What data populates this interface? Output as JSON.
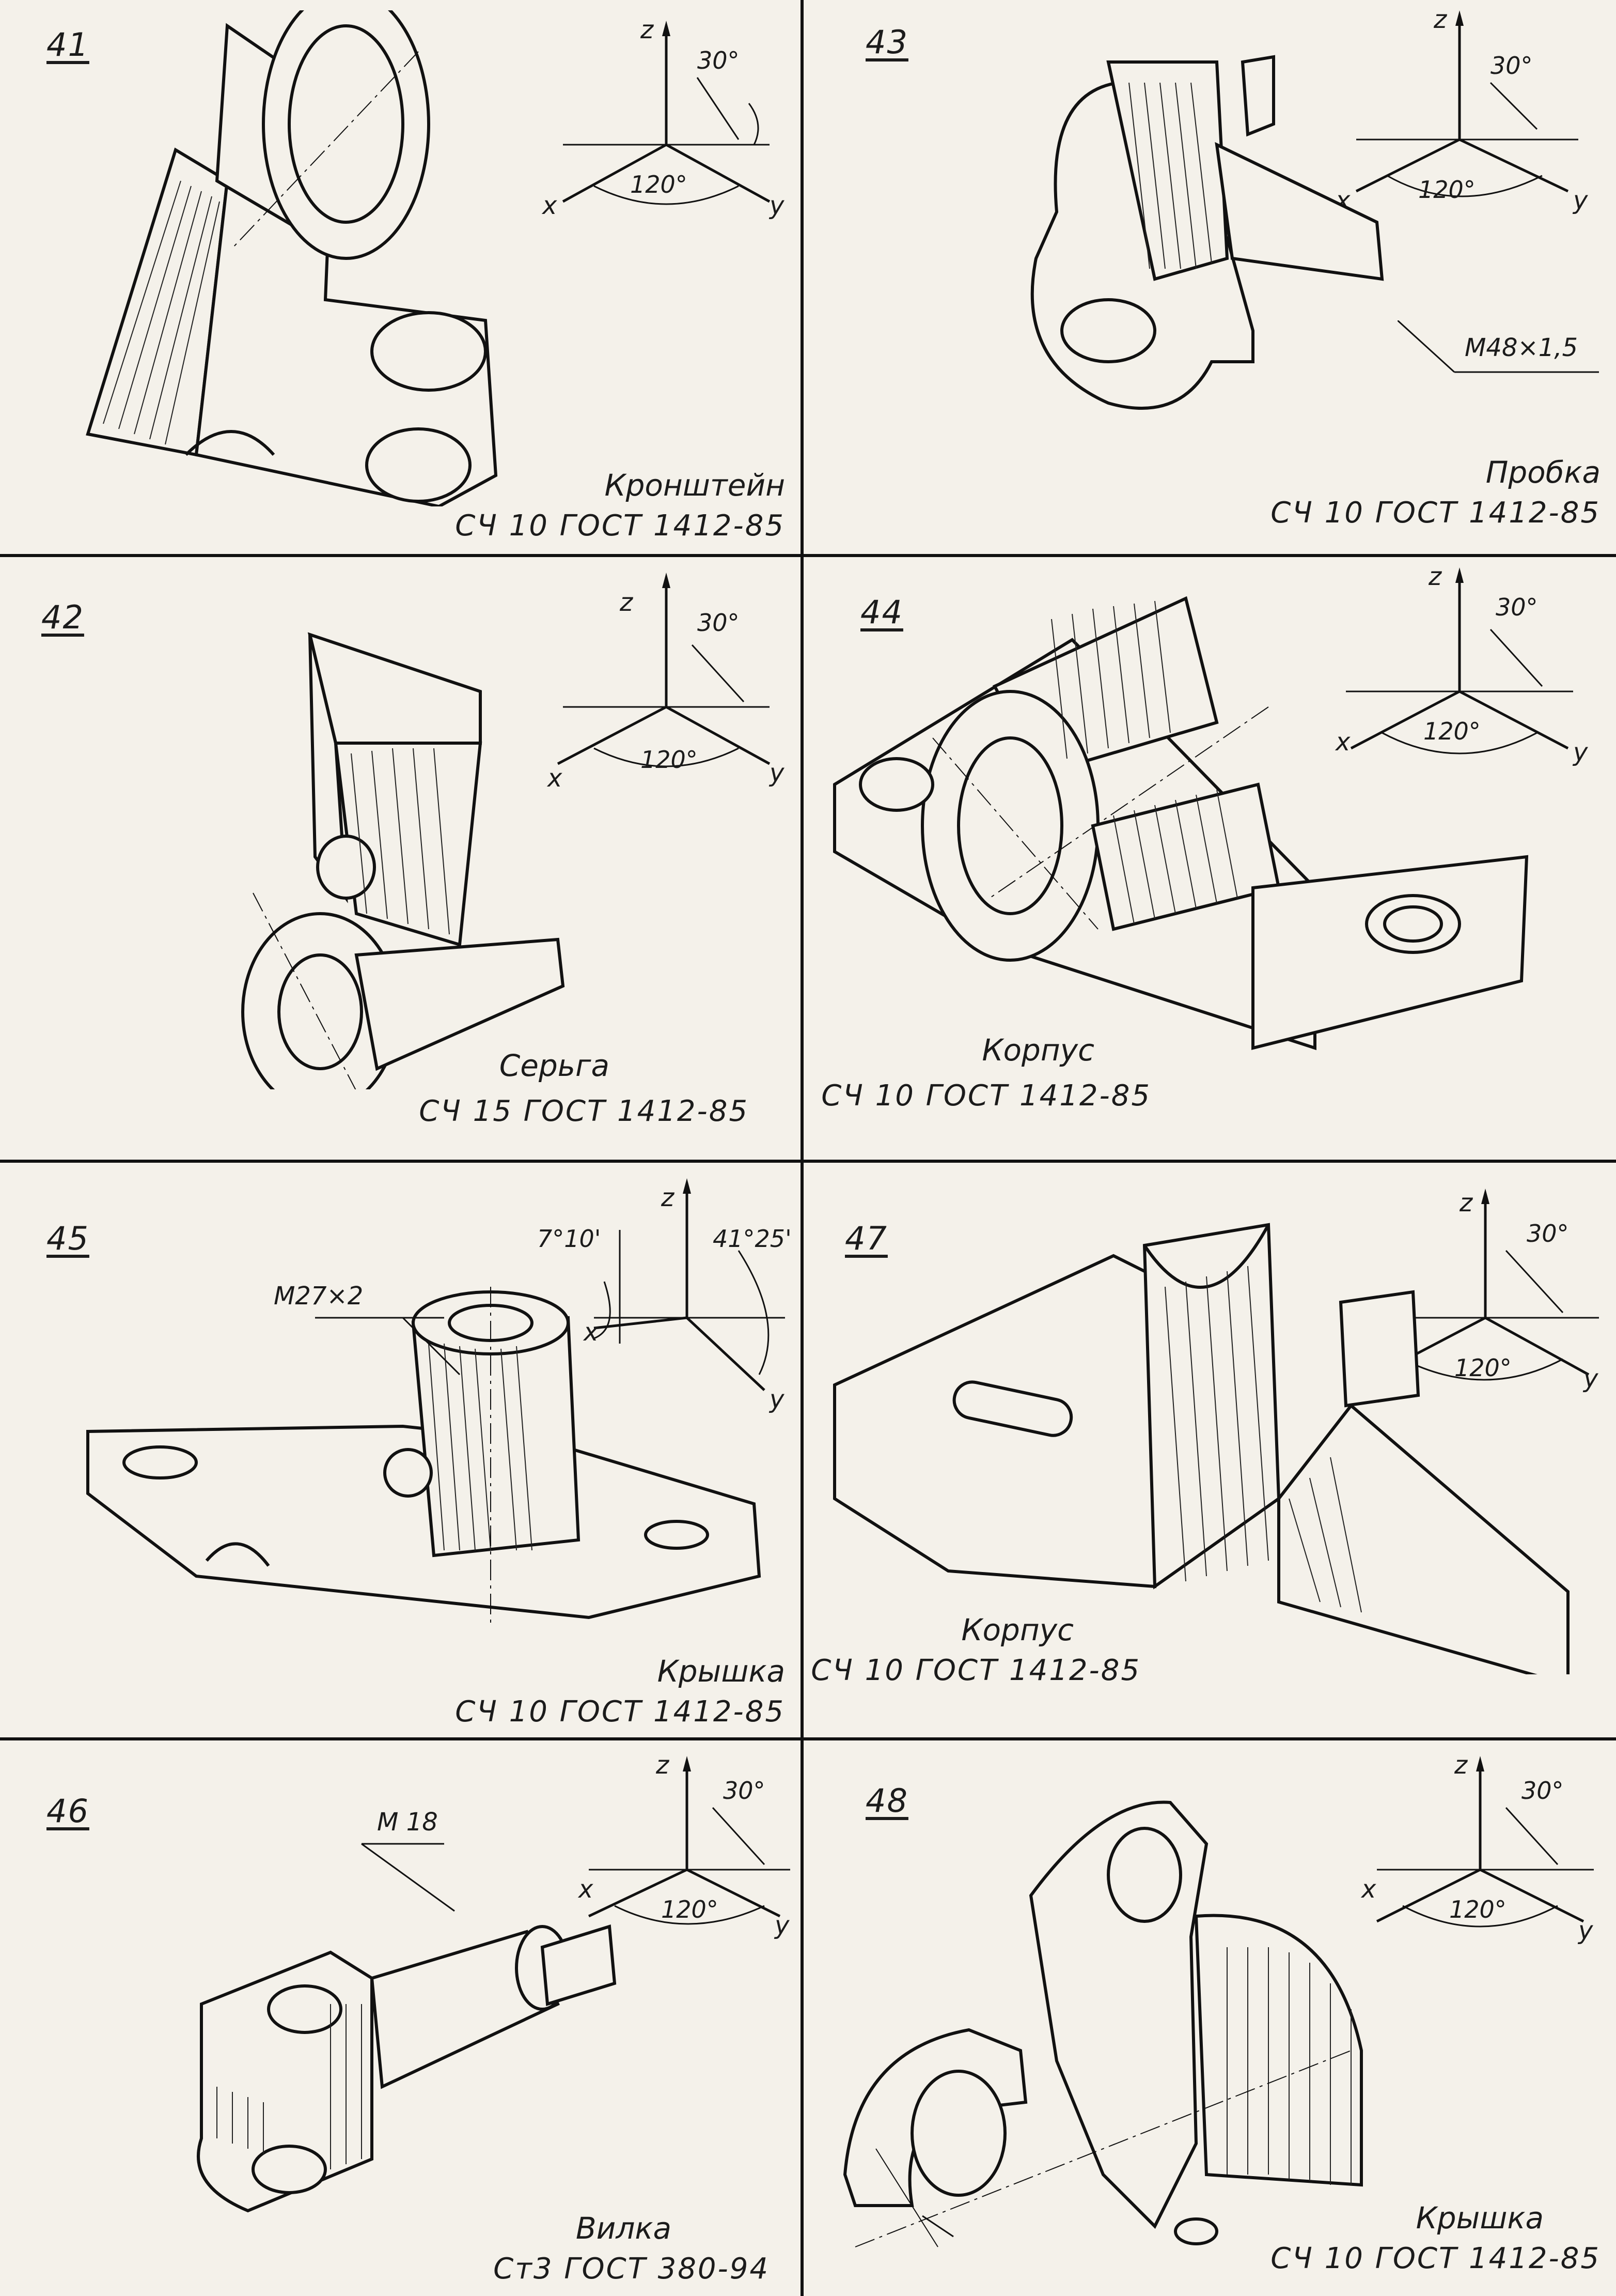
{
  "panels": [
    {
      "number": "41",
      "title": "Кронштейн",
      "material": "СЧ 10 ГОСТ 1412-85",
      "axes": {
        "z": "z",
        "x": "x",
        "y": "y",
        "angle_top": "30°",
        "angle_bottom": "120°"
      }
    },
    {
      "number": "43",
      "title": "Пробка",
      "material": "СЧ 10 ГОСТ 1412-85",
      "axes": {
        "z": "z",
        "x": "x",
        "y": "y",
        "angle_top": "30°",
        "angle_bottom": "120°"
      },
      "callout": "M48×1,5"
    },
    {
      "number": "42",
      "title": "Серьга",
      "material": "СЧ 15 ГОСТ 1412-85",
      "axes": {
        "z": "z",
        "x": "x",
        "y": "y",
        "angle_top": "30°",
        "angle_bottom": "120°"
      }
    },
    {
      "number": "44",
      "title": "Корпус",
      "material": "СЧ 10 ГОСТ 1412-85",
      "axes": {
        "z": "z",
        "x": "x",
        "y": "y",
        "angle_top": "30°",
        "angle_bottom": "120°"
      }
    },
    {
      "number": "45",
      "title": "Крышка",
      "material": "СЧ 10 ГОСТ 1412-85",
      "axes": {
        "z": "z",
        "x": "x",
        "y": "y",
        "angle_top": "41°25'",
        "angle_x": "7°10'"
      },
      "callout": "M27×2"
    },
    {
      "number": "47",
      "title": "Корпус",
      "material": "СЧ 10 ГОСТ 1412-85",
      "axes": {
        "z": "z",
        "x": "x",
        "y": "y",
        "angle_top": "30°",
        "angle_bottom": "120°"
      }
    },
    {
      "number": "46",
      "title": "Вилка",
      "material": "Ст3 ГОСТ 380-94",
      "axes": {
        "z": "z",
        "x": "x",
        "y": "y",
        "angle_top": "30°",
        "angle_bottom": "120°"
      },
      "callout": "M 18"
    },
    {
      "number": "48",
      "title": "Крышка",
      "material": "СЧ 10 ГОСТ 1412-85",
      "axes": {
        "z": "z",
        "x": "x",
        "y": "y",
        "angle_top": "30°",
        "angle_bottom": "120°"
      }
    }
  ]
}
